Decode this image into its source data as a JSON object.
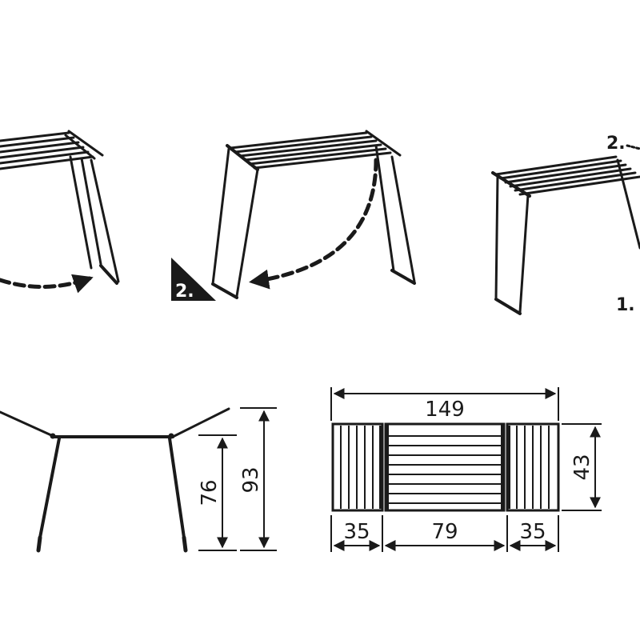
{
  "steps": {
    "step2_badge": "2.",
    "step3_label_top": "2.",
    "step3_label_bottom": "1."
  },
  "dimensions": {
    "total_length": "149",
    "width": "43",
    "side_wing_left": "35",
    "center_section": "79",
    "side_wing_right": "35",
    "height_frame": "76",
    "height_total": "93"
  },
  "colors": {
    "line": "#1a1a1a",
    "background": "#ffffff"
  }
}
